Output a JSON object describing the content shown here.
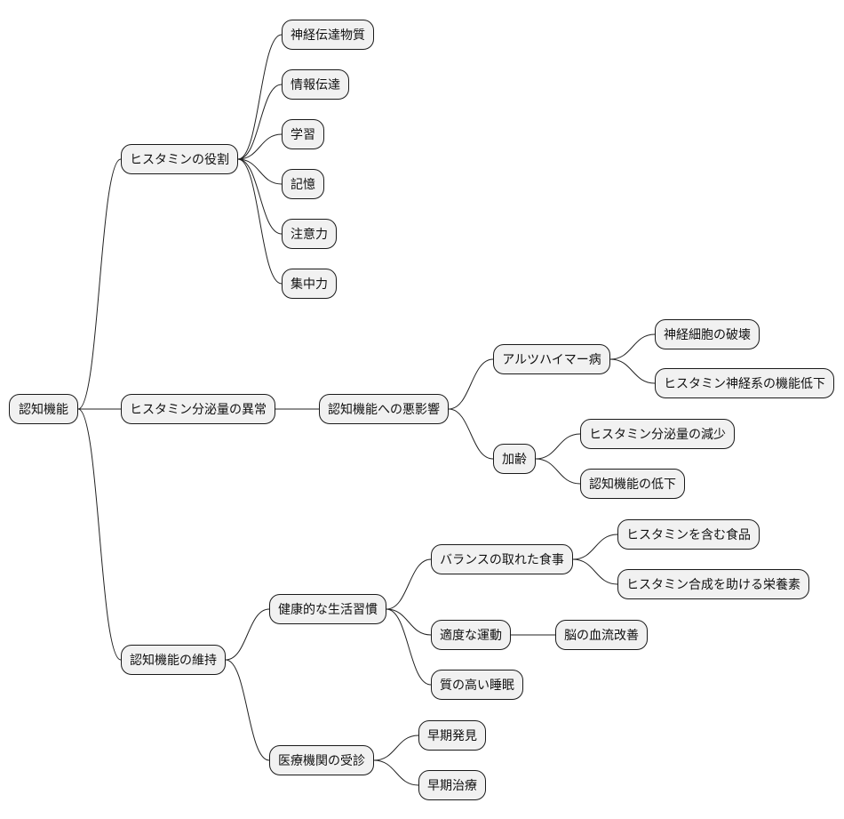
{
  "mindmap": {
    "root": "認知機能",
    "branches": {
      "role": {
        "label": "ヒスタミンの役割",
        "items": [
          "神経伝達物質",
          "情報伝達",
          "学習",
          "記憶",
          "注意力",
          "集中力"
        ]
      },
      "abnormal": {
        "label": "ヒスタミン分泌量の異常",
        "effect": {
          "label": "認知機能への悪影響",
          "alzheimers": {
            "label": "アルツハイマー病",
            "items": [
              "神経細胞の破壊",
              "ヒスタミン神経系の機能低下"
            ]
          },
          "aging": {
            "label": "加齢",
            "items": [
              "ヒスタミン分泌量の減少",
              "認知機能の低下"
            ]
          }
        }
      },
      "maintain": {
        "label": "認知機能の維持",
        "lifestyle": {
          "label": "健康的な生活習慣",
          "diet": {
            "label": "バランスの取れた食事",
            "items": [
              "ヒスタミンを含む食品",
              "ヒスタミン合成を助ける栄養素"
            ]
          },
          "exercise": {
            "label": "適度な運動",
            "items": [
              "脳の血流改善"
            ]
          },
          "sleep": {
            "label": "質の高い睡眠"
          }
        },
        "medical": {
          "label": "医療機関の受診",
          "items": [
            "早期発見",
            "早期治療"
          ]
        }
      }
    }
  }
}
